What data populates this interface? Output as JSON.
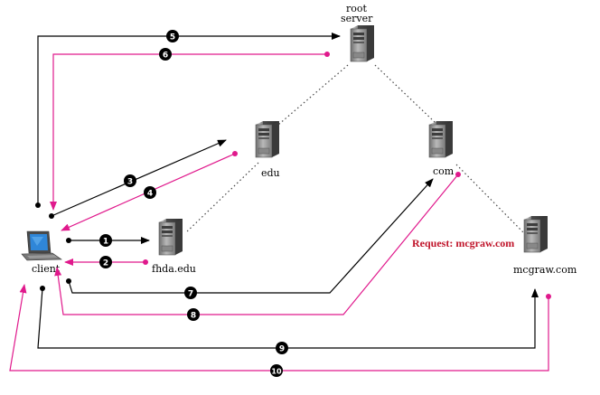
{
  "colors": {
    "query": "#000000",
    "response": "#e0198c",
    "link": "#444444",
    "request_text": "#c0152b"
  },
  "icons": {
    "server": "server-icon",
    "client": "laptop-icon"
  },
  "nodes": {
    "root": {
      "line1": "root",
      "line2": "server"
    },
    "edu": "edu",
    "com": "com",
    "fhda": "fhda.edu",
    "mcgraw": "mcgraw.com",
    "client": "client"
  },
  "request_label": "Request: mcgraw.com",
  "steps": [
    "1",
    "2",
    "3",
    "4",
    "5",
    "6",
    "7",
    "8",
    "9",
    "10"
  ]
}
